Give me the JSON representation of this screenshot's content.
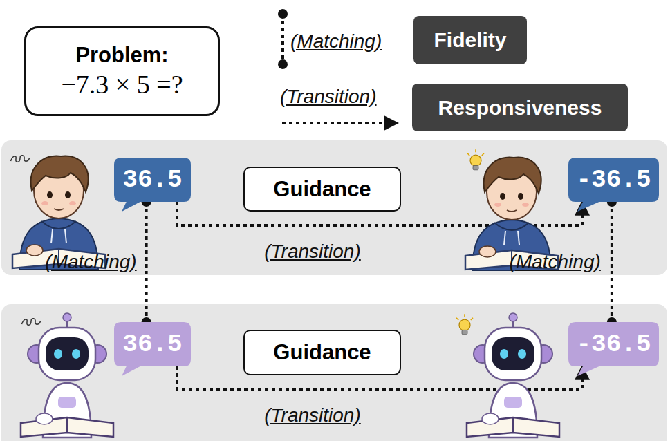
{
  "diagram": {
    "nodes": [
      {
        "text": [
          "Problem:",
          "−7.3 × 5 =?"
        ]
      },
      {
        "text": [
          "Fidelity"
        ]
      },
      {
        "text": [
          "Responsiveness"
        ]
      },
      {
        "text": [
          "36.5"
        ]
      },
      {
        "text": [
          "Guidance"
        ]
      },
      {
        "text": [
          "-36.5"
        ]
      },
      {
        "text": [
          "36.5"
        ]
      },
      {
        "text": [
          "Guidance"
        ]
      },
      {
        "text": [
          "-36.5"
        ]
      }
    ],
    "edges": [
      {
        "from": 3,
        "to": 5,
        "label": "(Transition)",
        "arrow": "to"
      },
      {
        "from": 3,
        "to": 6,
        "label": "(Matching)",
        "arrow": "none"
      },
      {
        "from": 5,
        "to": 8,
        "label": "(Matching)",
        "arrow": "none"
      },
      {
        "from": 6,
        "to": 8,
        "label": "(Transition)",
        "arrow": "to"
      }
    ],
    "legend": [
      {
        "text": "(Matching)"
      },
      {
        "text": "(Transition)"
      }
    ]
  }
}
